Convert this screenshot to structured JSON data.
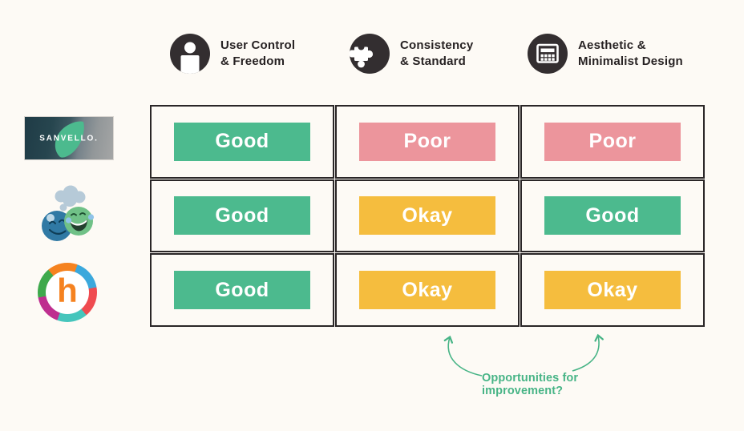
{
  "columns": [
    {
      "id": "user-control",
      "label": "User Control\n& Freedom",
      "icon": "user-icon"
    },
    {
      "id": "consistency",
      "label": "Consistency\n& Standard",
      "icon": "puzzle-piece-icon"
    },
    {
      "id": "aesthetic",
      "label": "Aesthetic &\nMinimalist Design",
      "icon": "calculator-icon"
    }
  ],
  "logos": {
    "sanvello_text": "SANVELLO.",
    "happify_letter": "h"
  },
  "matrix": {
    "rows": [
      {
        "logo": "sanvello",
        "ratings": [
          "Good",
          "Poor",
          "Poor"
        ]
      },
      {
        "logo": "smiley-faces",
        "ratings": [
          "Good",
          "Okay",
          "Good"
        ]
      },
      {
        "logo": "happify-h",
        "ratings": [
          "Good",
          "Okay",
          "Okay"
        ]
      }
    ]
  },
  "rating_colors": {
    "Good": "#4CBA8E",
    "Okay": "#F5BD3E",
    "Poor": "#EC959C"
  },
  "annotation": {
    "text": "Opportunities for\nimprovement?",
    "color": "#47B486"
  },
  "chart_data": {
    "type": "table",
    "columns": [
      "User Control & Freedom",
      "Consistency & Standard",
      "Aesthetic & Minimalist Design"
    ],
    "rows": [
      "Sanvello (photo logo)",
      "smiley-faces cloud logo app",
      "orange h ring logo app"
    ],
    "values": [
      [
        "Good",
        "Poor",
        "Poor"
      ],
      [
        "Good",
        "Okay",
        "Good"
      ],
      [
        "Good",
        "Okay",
        "Okay"
      ]
    ],
    "annotation": "Opportunities for improvement? (arrows point to columns 2 and 3)"
  }
}
